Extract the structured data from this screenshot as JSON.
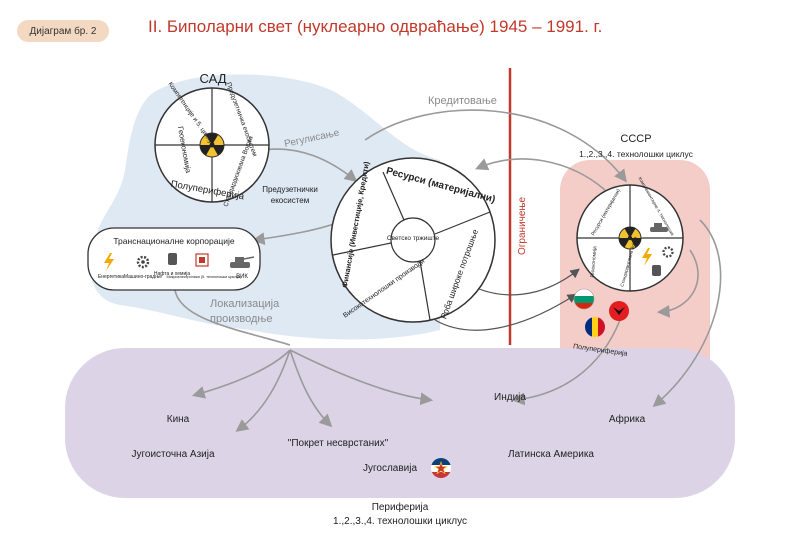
{
  "header": {
    "badge": "Дијаграм бр. 2",
    "title": "II. Биполарни свет (нуклеарно одвраћање) 1945 – 1991. г."
  },
  "usa": {
    "label": "САД",
    "segments": [
      "Компетенције и 5. циклус",
      "Предузетничка екосистем",
      "Стандардизована Војска",
      "Геоекономија"
    ],
    "semiperiphery": "Полупериферија",
    "ecosystem": "Предузетнички екосистем",
    "regulation": "Регулисање"
  },
  "corporations": {
    "title": "Транснационалне корпорације",
    "items": [
      "Енергетика",
      "Машино-градње",
      "Нафта и хемија",
      "Микроелектроника (5. технолошки циклус)",
      "ВИК"
    ]
  },
  "localization": "Локализација производње",
  "market": {
    "segments": [
      "Ресурси (материјални)",
      "Роба широке потрошње",
      "Високотехнолошки производи",
      "Финансије (Инвестиције, Кредити)"
    ],
    "center": "Светско тржиште"
  },
  "crediting": "Кредитовање",
  "restriction": "Ограничење",
  "ussr": {
    "label": "СССР",
    "sublabel": "1.,2.,3.,4. технолошки циклус",
    "segments": [
      "Ресурси (материјални)",
      "Комплементарне 4. технолошке",
      "Геоекономија",
      "Стандардизована Војска"
    ],
    "semiperiphery": "Полупериферија"
  },
  "periphery": {
    "places": [
      "Кина",
      "Индија",
      "Африка",
      "Југоисточна Азија",
      "\"Покрет несврстаних\"",
      "Латинска Америка",
      "Југославија"
    ],
    "label": "Периферија",
    "sublabel": "1.,2.,3.,4. технолошки циклус"
  },
  "colors": {
    "usa_zone": "#dfe9f4",
    "ussr_zone": "#f4cdc8",
    "periphery_zone": "#ddd3e6",
    "accent_red": "#c0392b",
    "badge_bg": "#f3d9c2",
    "arrow_gray": "#9a9a9a",
    "nuclear_yellow": "#f2c230"
  }
}
